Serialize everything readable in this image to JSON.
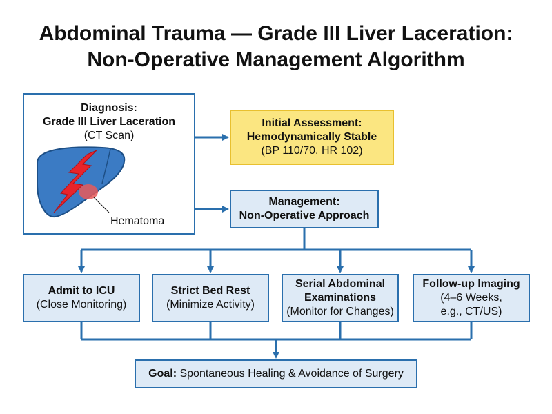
{
  "title": {
    "line1": "Abdominal Trauma — Grade III Liver Laceration:",
    "line2": "Non-Operative Management Algorithm"
  },
  "diagnosis": {
    "heading1": "Diagnosis:",
    "heading2": "Grade III Liver Laceration",
    "sub": "(CT Scan)",
    "hematoma_label": "Hematoma"
  },
  "assessment": {
    "heading1": "Initial Assessment:",
    "heading2": "Hemodynamically Stable",
    "sub": "(BP 110/70, HR 102)"
  },
  "management": {
    "heading1": "Management:",
    "heading2": "Non-Operative Approach"
  },
  "steps": [
    {
      "heading": [
        "Admit to ICU"
      ],
      "sub": [
        "(Close Monitoring)"
      ]
    },
    {
      "heading": [
        "Strict Bed Rest"
      ],
      "sub": [
        "(Minimize Activity)"
      ]
    },
    {
      "heading": [
        "Serial Abdominal",
        "Examinations"
      ],
      "sub": [
        "(Monitor for Changes)"
      ]
    },
    {
      "heading": [
        "Follow-up Imaging"
      ],
      "sub": [
        "(4–6 Weeks,",
        "e.g., CT/US)"
      ]
    }
  ],
  "goal": {
    "label": "Goal:",
    "text": " Spontaneous Healing & Avoidance of Surgery"
  },
  "colors": {
    "arrow": "#2a6fad",
    "box_fill": "#deeaf6",
    "assessment_fill": "#fbe681",
    "liver_fill": "#3b7bc4",
    "laceration": "#e8242b",
    "hematoma": "#e85a5a"
  },
  "icons": [
    "liver-illustration",
    "laceration-bolt-icon",
    "hematoma-spot"
  ]
}
